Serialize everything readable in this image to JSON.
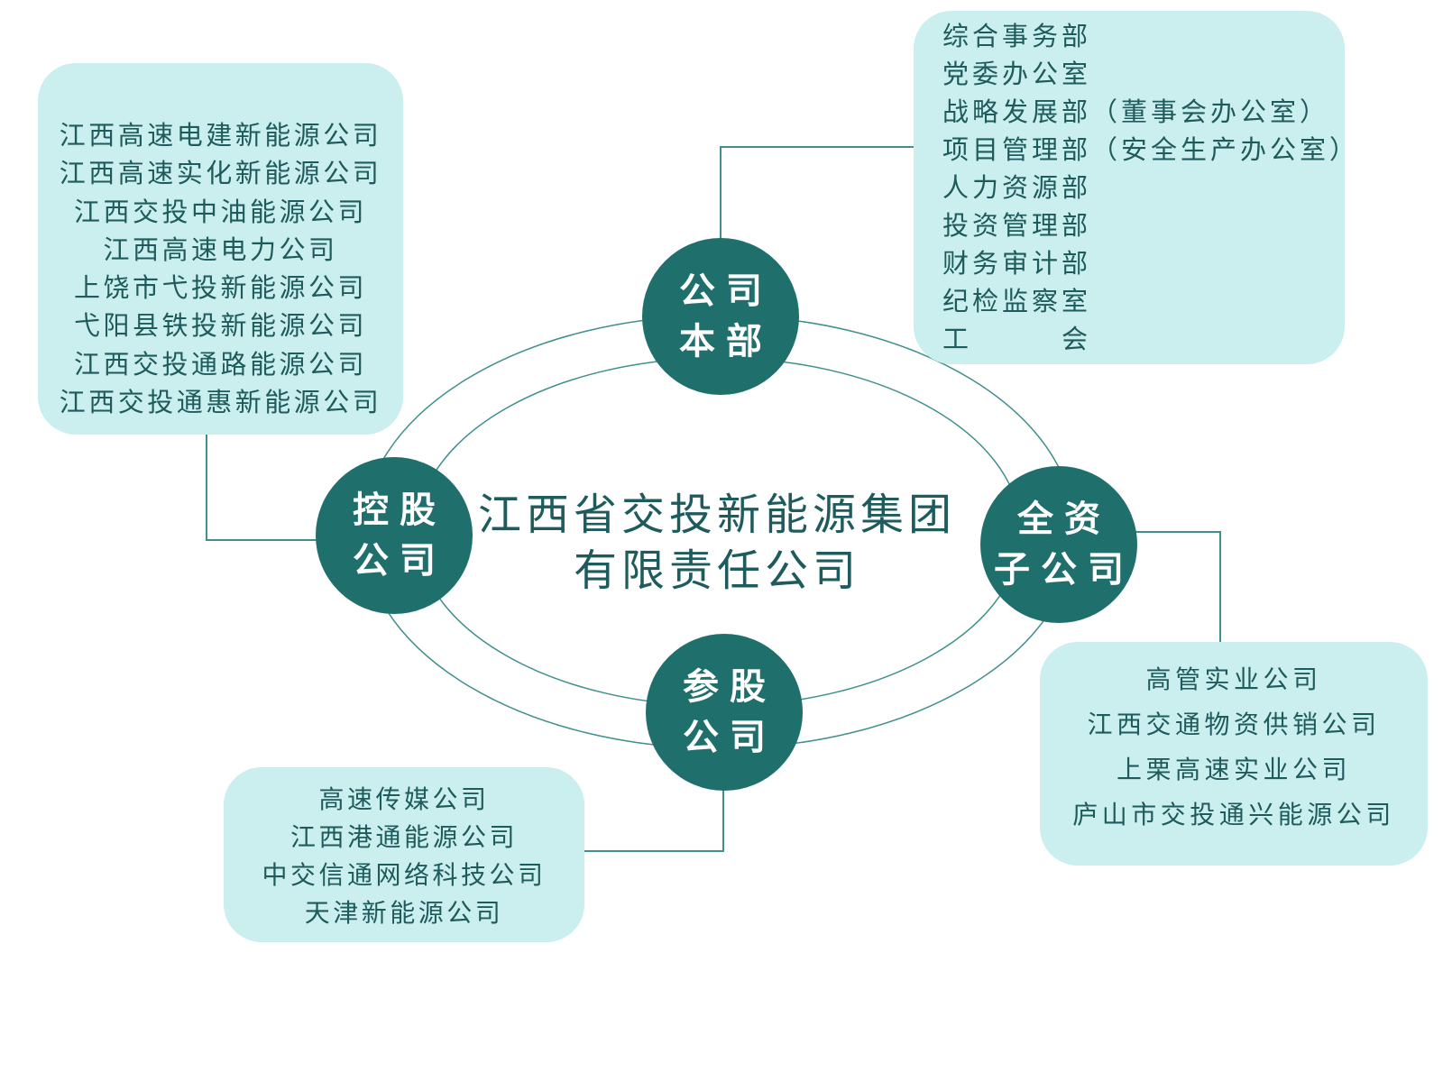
{
  "center": {
    "line1": "江西省交投新能源集团",
    "line2": "有限责任公司"
  },
  "nodes": {
    "hq": {
      "line1": "公司",
      "line2": "本部"
    },
    "holding": {
      "line1": "控股",
      "line2": "公司"
    },
    "wholly_owned": {
      "line1": "全资",
      "line2": "子公司"
    },
    "participating": {
      "line1": "参股",
      "line2": "公司"
    }
  },
  "headquarters_departments": [
    "综合事务部",
    "党委办公室",
    "战略发展部（董事会办公室）",
    "项目管理部（安全生产办公室）",
    "人力资源部",
    "投资管理部",
    "财务审计部",
    "纪检监察室",
    "工　　　会"
  ],
  "holding_companies": [
    "江西高速电建新能源公司",
    "江西高速实化新能源公司",
    "江西交投中油能源公司",
    "江西高速电力公司",
    "上饶市弋投新能源公司",
    "弋阳县铁投新能源公司",
    "江西交投通路能源公司",
    "江西交投通惠新能源公司"
  ],
  "wholly_owned_subsidiaries": [
    "高管实业公司",
    "江西交通物资供销公司",
    "上栗高速实业公司",
    "庐山市交投通兴能源公司"
  ],
  "participating_companies": [
    "高速传媒公司",
    "江西港通能源公司",
    "中交信通网络科技公司",
    "天津新能源公司"
  ],
  "colors": {
    "node_fill": "#1f6f6d",
    "box_fill": "#cbeeee",
    "text": "#1e5b5c",
    "connector": "#3f8f8c"
  }
}
